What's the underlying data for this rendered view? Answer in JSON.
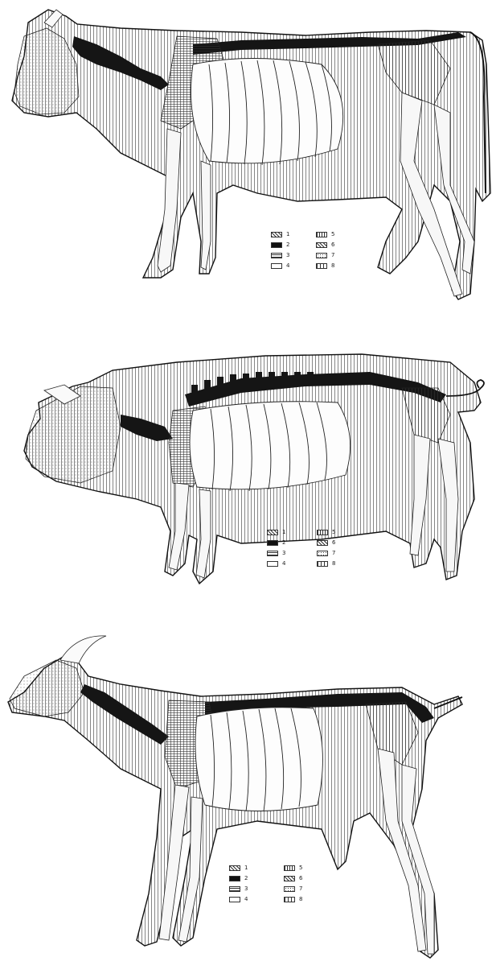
{
  "figures": [
    {
      "animal": "cow",
      "legend": [
        {
          "num": "1",
          "pattern": "hatch-diag"
        },
        {
          "num": "2",
          "pattern": "solid"
        },
        {
          "num": "3",
          "pattern": "hatch-horiz"
        },
        {
          "num": "4",
          "pattern": "blank"
        },
        {
          "num": "5",
          "pattern": "hatch-vert"
        },
        {
          "num": "6",
          "pattern": "hatch-cross"
        },
        {
          "num": "7",
          "pattern": "dots"
        },
        {
          "num": "8",
          "pattern": "vert-wide"
        }
      ]
    },
    {
      "animal": "pig",
      "legend": [
        {
          "num": "1",
          "pattern": "hatch-diag"
        },
        {
          "num": "2",
          "pattern": "solid"
        },
        {
          "num": "3",
          "pattern": "hatch-horiz"
        },
        {
          "num": "4",
          "pattern": "blank"
        },
        {
          "num": "5",
          "pattern": "hatch-vert"
        },
        {
          "num": "6",
          "pattern": "hatch-cross"
        },
        {
          "num": "7",
          "pattern": "dots"
        },
        {
          "num": "8",
          "pattern": "vert-wide"
        }
      ]
    },
    {
      "animal": "goat",
      "legend": [
        {
          "num": "1",
          "pattern": "hatch-diag"
        },
        {
          "num": "2",
          "pattern": "solid"
        },
        {
          "num": "3",
          "pattern": "hatch-horiz"
        },
        {
          "num": "4",
          "pattern": "blank"
        },
        {
          "num": "5",
          "pattern": "hatch-vert"
        },
        {
          "num": "6",
          "pattern": "hatch-cross"
        },
        {
          "num": "7",
          "pattern": "dots"
        },
        {
          "num": "8",
          "pattern": "vert-wide"
        }
      ]
    }
  ],
  "colors": {
    "ink": "#1a1a1a",
    "paper": "#ffffff",
    "bone": "#f4f4f4"
  }
}
